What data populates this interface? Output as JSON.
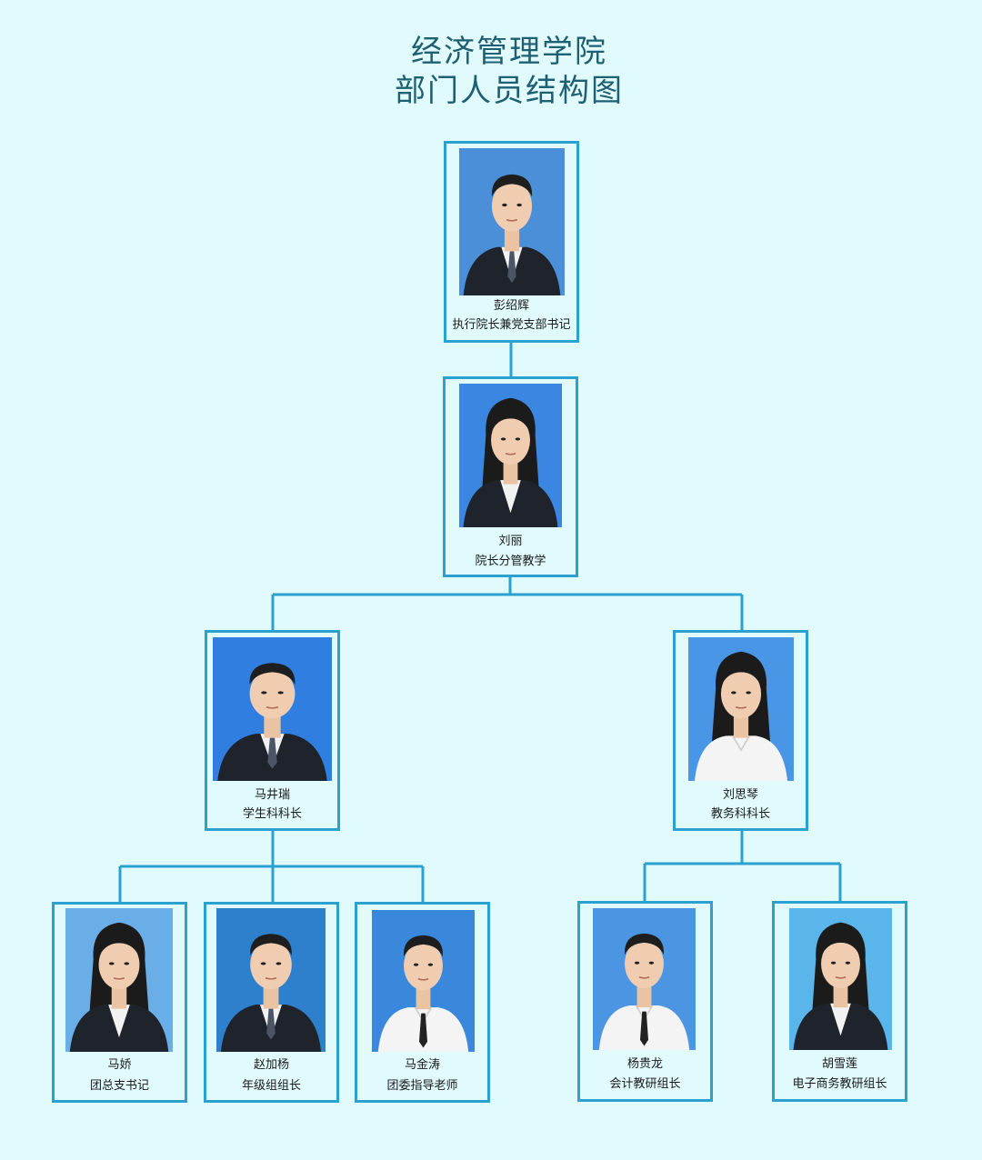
{
  "title": {
    "line1": "经济管理学院",
    "line2": "部门人员结构图"
  },
  "colors": {
    "background": "#e1fbfd",
    "border": "#2aa1cf",
    "title": "#1d5f73"
  },
  "people": [
    {
      "id": "peng",
      "name": "彭绍辉",
      "role": "执行院长兼党支部书记",
      "photo_bg": "#4a8fd8",
      "gender": "m",
      "attire": "suit"
    },
    {
      "id": "liuli",
      "name": "刘丽",
      "role": "院长分管教学",
      "photo_bg": "#3b86e0",
      "gender": "f",
      "attire": "suit"
    },
    {
      "id": "majinrui",
      "name": "马井瑞",
      "role": "学生科科长",
      "photo_bg": "#2f7ee0",
      "gender": "m",
      "attire": "suit"
    },
    {
      "id": "liusiqin",
      "name": "刘思琴",
      "role": "教务科科长",
      "photo_bg": "#4a96e6",
      "gender": "f",
      "attire": "white"
    },
    {
      "id": "majiao",
      "name": "马娇",
      "role": "团总支书记",
      "photo_bg": "#6aaee8",
      "gender": "f",
      "attire": "suit"
    },
    {
      "id": "zhaojiayang",
      "name": "赵加杨",
      "role": "年级组组长",
      "photo_bg": "#2e7fcc",
      "gender": "m",
      "attire": "suit"
    },
    {
      "id": "majintao",
      "name": "马金涛",
      "role": "团委指导老师",
      "photo_bg": "#3a88dc",
      "gender": "m",
      "attire": "white"
    },
    {
      "id": "yangguilong",
      "name": "杨贵龙",
      "role": "会计教研组长",
      "photo_bg": "#4b95e2",
      "gender": "m",
      "attire": "white"
    },
    {
      "id": "huxuelian",
      "name": "胡雪莲",
      "role": "电子商务教研组长",
      "photo_bg": "#5ab5ea",
      "gender": "f",
      "attire": "suit"
    }
  ]
}
